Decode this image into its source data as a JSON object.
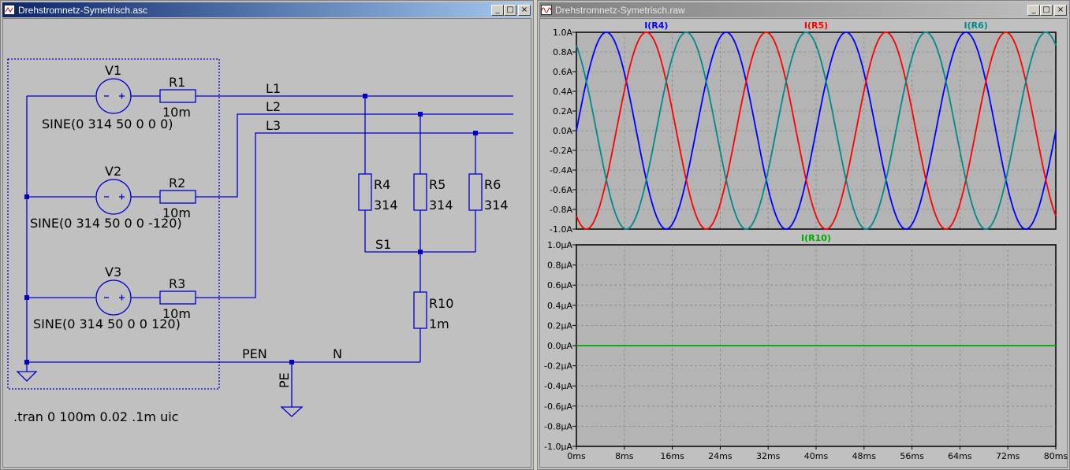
{
  "schematic_window": {
    "title": "Drehstromnetz-Symetrisch.asc",
    "buttons": {
      "minimize": "_",
      "maximize": "□",
      "close": "×"
    },
    "sources": [
      {
        "name": "V1",
        "spec": "SINE(0 314 50 0 0 0)"
      },
      {
        "name": "V2",
        "spec": "SINE(0 314 50 0 0 -120)"
      },
      {
        "name": "V3",
        "spec": "SINE(0 314 50 0 0 120)"
      }
    ],
    "resistors": [
      {
        "name": "R1",
        "value": "10m"
      },
      {
        "name": "R2",
        "value": "10m"
      },
      {
        "name": "R3",
        "value": "10m"
      },
      {
        "name": "R4",
        "value": "314"
      },
      {
        "name": "R5",
        "value": "314"
      },
      {
        "name": "R6",
        "value": "314"
      },
      {
        "name": "R10",
        "value": "1m"
      }
    ],
    "net_labels": {
      "l1": "L1",
      "l2": "L2",
      "l3": "L3",
      "s1": "S1",
      "pen": "PEN",
      "n": "N",
      "pe": "PE"
    },
    "directive": ".tran 0 100m 0.02 .1m uic",
    "colors": {
      "wire": "#0000cc",
      "text": "#000000",
      "background": "#c0c0c0",
      "junction": "#0000cc"
    }
  },
  "waveform_window": {
    "title": "Drehstromnetz-Symetrisch.raw",
    "buttons": {
      "minimize": "_",
      "maximize": "□",
      "close": "×"
    },
    "colors": {
      "plot_bg": "#b4b4b4",
      "grid": "#888888",
      "axis_text": "#000000"
    },
    "chart_data": [
      {
        "type": "line",
        "series": [
          {
            "name": "I(R4)",
            "color": "#0000ff",
            "amplitude": 1.0,
            "frequency_hz": 50,
            "phase_deg": 0
          },
          {
            "name": "I(R5)",
            "color": "#ff0000",
            "amplitude": 1.0,
            "frequency_hz": 50,
            "phase_deg": -120
          },
          {
            "name": "I(R6)",
            "color": "#008b8b",
            "amplitude": 1.0,
            "frequency_hz": 50,
            "phase_deg": 120
          }
        ],
        "x_range_ms": [
          0,
          80
        ],
        "ylim": [
          -1.0,
          1.0
        ],
        "yticks": [
          "1.0A",
          "0.8A",
          "0.6A",
          "0.4A",
          "0.2A",
          "0.0A",
          "-0.2A",
          "-0.4A",
          "-0.6A",
          "-0.8A",
          "-1.0A"
        ],
        "grid": true
      },
      {
        "type": "line",
        "series": [
          {
            "name": "I(R10)",
            "color": "#00aa00",
            "amplitude": 0.0,
            "frequency_hz": 50,
            "phase_deg": 0
          }
        ],
        "x_range_ms": [
          0,
          80
        ],
        "ylim": [
          -1.0,
          1.0
        ],
        "yticks": [
          "1.0µA",
          "0.8µA",
          "0.6µA",
          "0.4µA",
          "0.2µA",
          "0.0µA",
          "-0.2µA",
          "-0.4µA",
          "-0.6µA",
          "-0.8µA",
          "-1.0µA"
        ],
        "xticks": [
          "0ms",
          "8ms",
          "16ms",
          "24ms",
          "32ms",
          "40ms",
          "48ms",
          "56ms",
          "64ms",
          "72ms",
          "80ms"
        ],
        "grid": true
      }
    ]
  }
}
